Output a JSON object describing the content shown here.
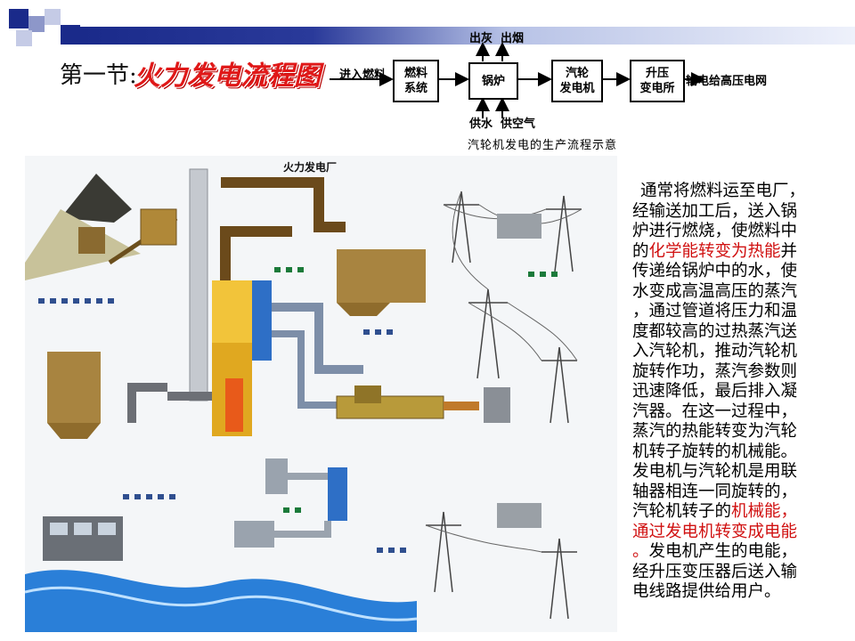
{
  "title": {
    "prefix": "第一节:",
    "main": "火力发电流程图"
  },
  "flow": {
    "input_label": "进入燃料",
    "boxes": [
      {
        "id": "fuel",
        "label_lines": [
          "燃料",
          "系统"
        ]
      },
      {
        "id": "boiler",
        "label_lines": [
          "锅炉"
        ]
      },
      {
        "id": "turbine",
        "label_lines": [
          "汽轮",
          "发电机"
        ]
      },
      {
        "id": "substation",
        "label_lines": [
          "升压",
          "变电所"
        ]
      }
    ],
    "output_label": "输电给高压电网",
    "top_labels": [
      "出灰",
      "出烟"
    ],
    "bottom_labels": [
      "供水",
      "供空气"
    ],
    "caption": "汽轮机发电的生产流程示意"
  },
  "plant": {
    "title": "火力发电厂"
  },
  "text": {
    "p1": {
      "lines": [
        [
          {
            "t": "通常将燃料运至电厂，"
          }
        ],
        [
          {
            "t": "经输送加工后，送入锅"
          }
        ],
        [
          {
            "t": "炉进行燃烧，使燃料中"
          }
        ],
        [
          {
            "t": "的"
          },
          {
            "t": "化学能转变为热能",
            "red": true
          },
          {
            "t": "并"
          }
        ],
        [
          {
            "t": "传递给锅炉中的水，使"
          }
        ],
        [
          {
            "t": "水变成高温高压的蒸汽"
          }
        ],
        [
          {
            "t": "，通过管道将压力和温"
          }
        ],
        [
          {
            "t": "度都较高的过热蒸汽送"
          }
        ],
        [
          {
            "t": "入汽轮机，推动汽轮机"
          }
        ],
        [
          {
            "t": "旋转作功，蒸汽参数则"
          }
        ],
        [
          {
            "t": "迅速降低，最后排入凝"
          }
        ],
        [
          {
            "t": "汽器。在这一过程中，"
          }
        ],
        [
          {
            "t": "蒸汽的热能转变为汽轮"
          }
        ],
        [
          {
            "t": "机转子旋转的机械能。"
          }
        ]
      ]
    },
    "p2": {
      "lines": [
        [
          {
            "t": "发电机与汽轮机是用联"
          }
        ],
        [
          {
            "t": "轴器相连一同旋转的，"
          }
        ],
        [
          {
            "t": "汽轮机转子的"
          },
          {
            "t": "机械能，",
            "red": true
          }
        ],
        [
          {
            "t": "通过发电机转变成电能",
            "red": true
          }
        ],
        [
          {
            "t": "。发电机产生的电能，",
            "red_first": true
          }
        ],
        [
          {
            "t": "经升压变压器后送入输"
          }
        ],
        [
          {
            "t": "电线路提供给用户。"
          }
        ]
      ]
    }
  },
  "colors": {
    "title_red": "#e01818",
    "highlight_red": "#d01010",
    "header_blue": "#1a2a8a"
  }
}
